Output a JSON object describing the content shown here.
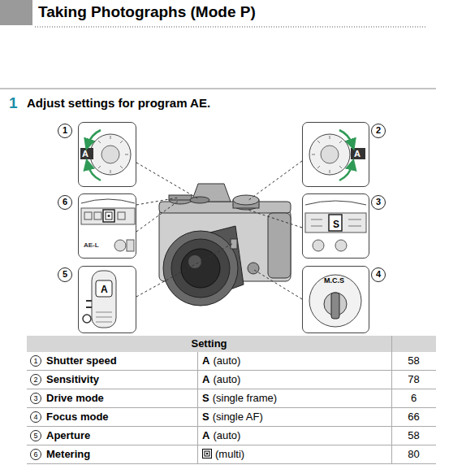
{
  "diagram": {
    "title": "Taking Photographs (Mode P)",
    "nodes": [
      {
        "text": [
          "1",
          "A"
        ]
      },
      {
        "text": [
          "2",
          "A"
        ]
      },
      {
        "text": [
          "6",
          "AE-L"
        ]
      },
      {
        "text": [
          "3",
          "S"
        ]
      },
      {
        "text": [
          "5",
          "A"
        ]
      },
      {
        "text": [
          "4",
          "M.C.S"
        ]
      }
    ],
    "labels": [
      "1",
      "Adjust settings for program AE.",
      "Setting",
      "1",
      "Shutter speed",
      "A",
      "(auto)",
      "58",
      "2",
      "Sensitivity",
      "A",
      "(auto)",
      "78",
      "3",
      "Drive mode",
      "S",
      "(single frame)",
      "6",
      "4",
      "Focus mode",
      "S",
      "(single AF)",
      "66",
      "5",
      "Aperture",
      "A",
      "(auto)",
      "58",
      "6",
      "Metering",
      "(multi)",
      "80"
    ]
  }
}
